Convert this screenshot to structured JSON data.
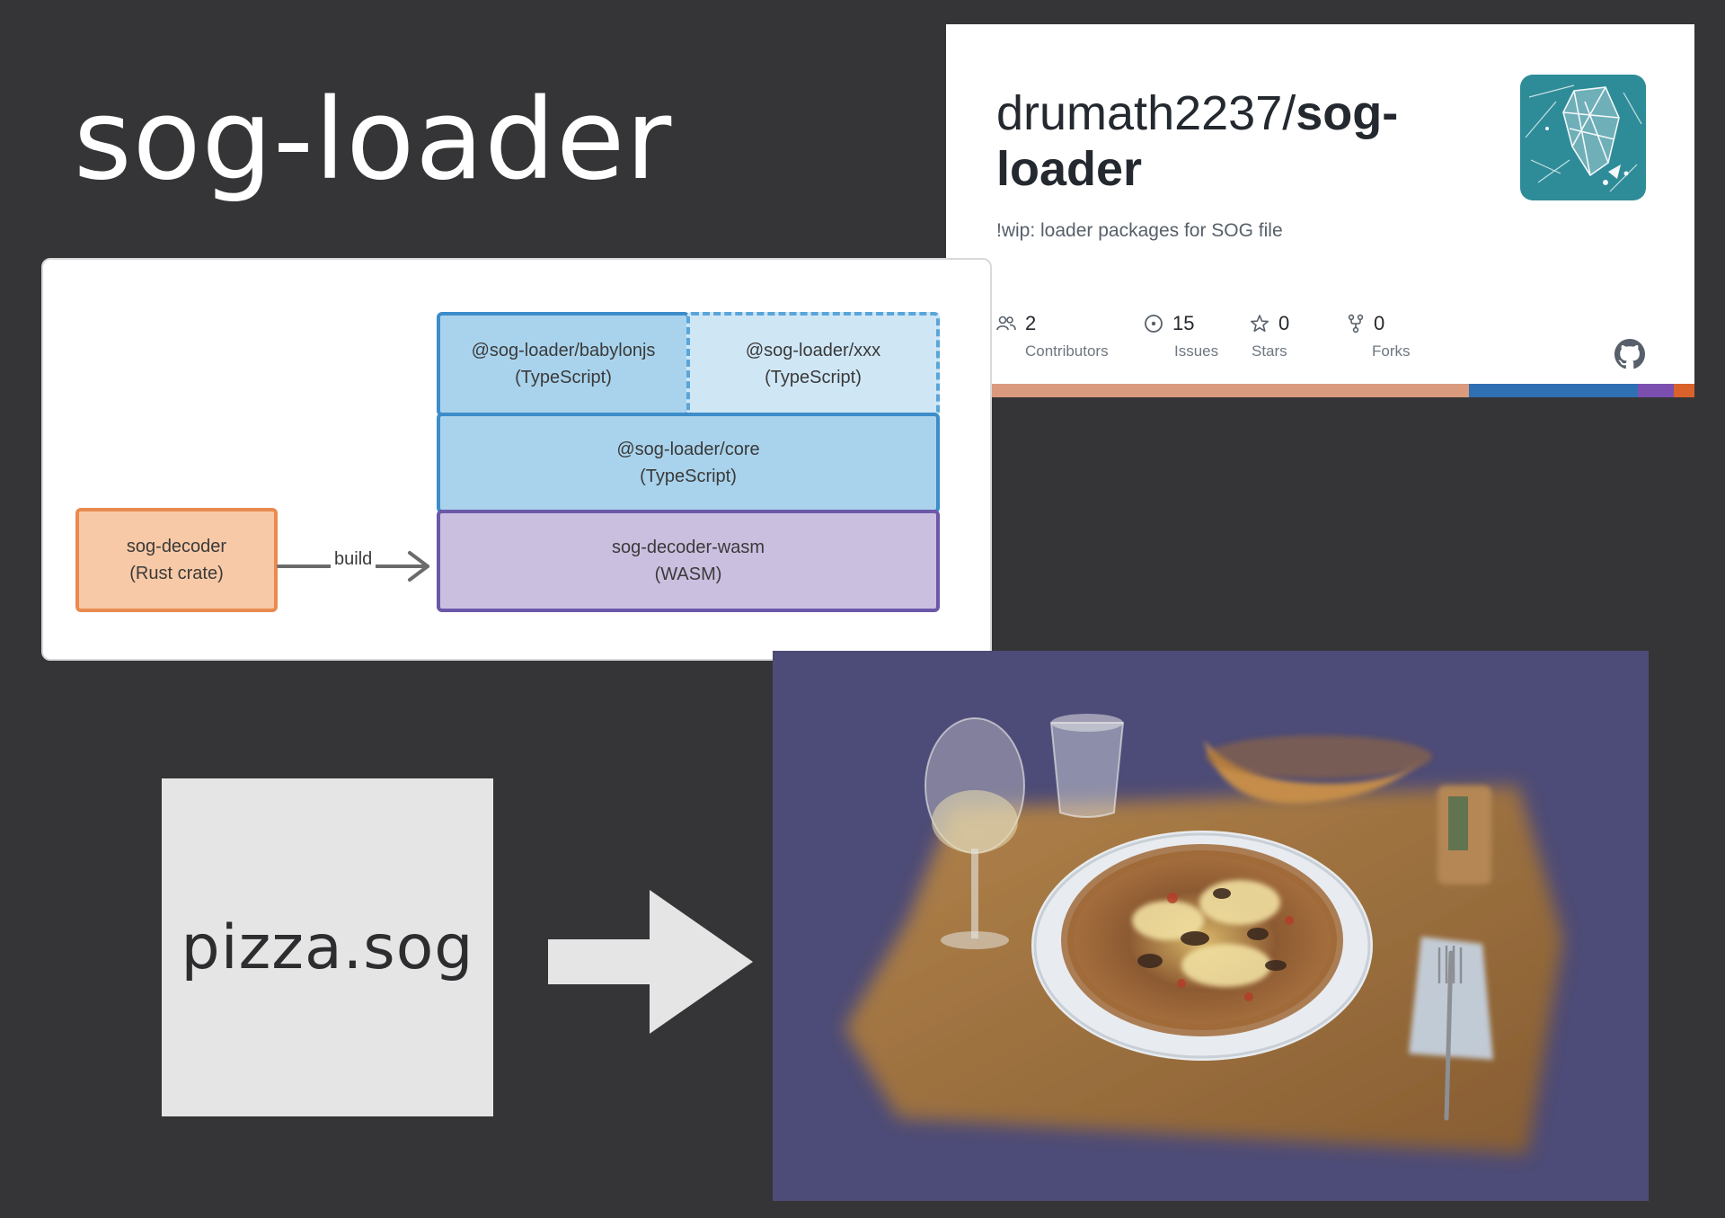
{
  "slide": {
    "title": "sog-loader"
  },
  "repo_card": {
    "owner": "drumath2237/",
    "repo": "sog-loader",
    "description": "!wip: loader packages for SOG file",
    "stats": [
      {
        "icon": "people-icon",
        "value": "2",
        "label": "Contributors"
      },
      {
        "icon": "issue-icon",
        "value": "15",
        "label": "Issues"
      },
      {
        "icon": "star-icon",
        "value": "0",
        "label": "Stars"
      },
      {
        "icon": "fork-icon",
        "value": "0",
        "label": "Forks"
      }
    ],
    "language_colors": [
      "#da9a7d",
      "#2f6fb3",
      "#7b4fb0",
      "#d9622b"
    ],
    "language_shares": [
      0.68,
      0.24,
      0.05,
      0.03
    ]
  },
  "diagram": {
    "babylonjs": {
      "name": "@sog-loader/babylonjs",
      "lang": "(TypeScript)"
    },
    "xxx": {
      "name": "@sog-loader/xxx",
      "lang": "(TypeScript)"
    },
    "core": {
      "name": "@sog-loader/core",
      "lang": "(TypeScript)"
    },
    "wasm": {
      "name": "sog-decoder-wasm",
      "lang": "(WASM)"
    },
    "decoder": {
      "name": "sog-decoder",
      "lang": "(Rust crate)"
    },
    "build_label": "build",
    "colors": {
      "ts_fill": "#a9d3ec",
      "ts_border": "#3c8dc9",
      "wasm_fill": "#cbbfe0",
      "wasm_border": "#6b58a8",
      "rust_fill": "#f8c9a6",
      "rust_border": "#e98a4e"
    }
  },
  "file": {
    "name": "pizza.sog"
  },
  "scene": {
    "background": "#4d4b77"
  }
}
